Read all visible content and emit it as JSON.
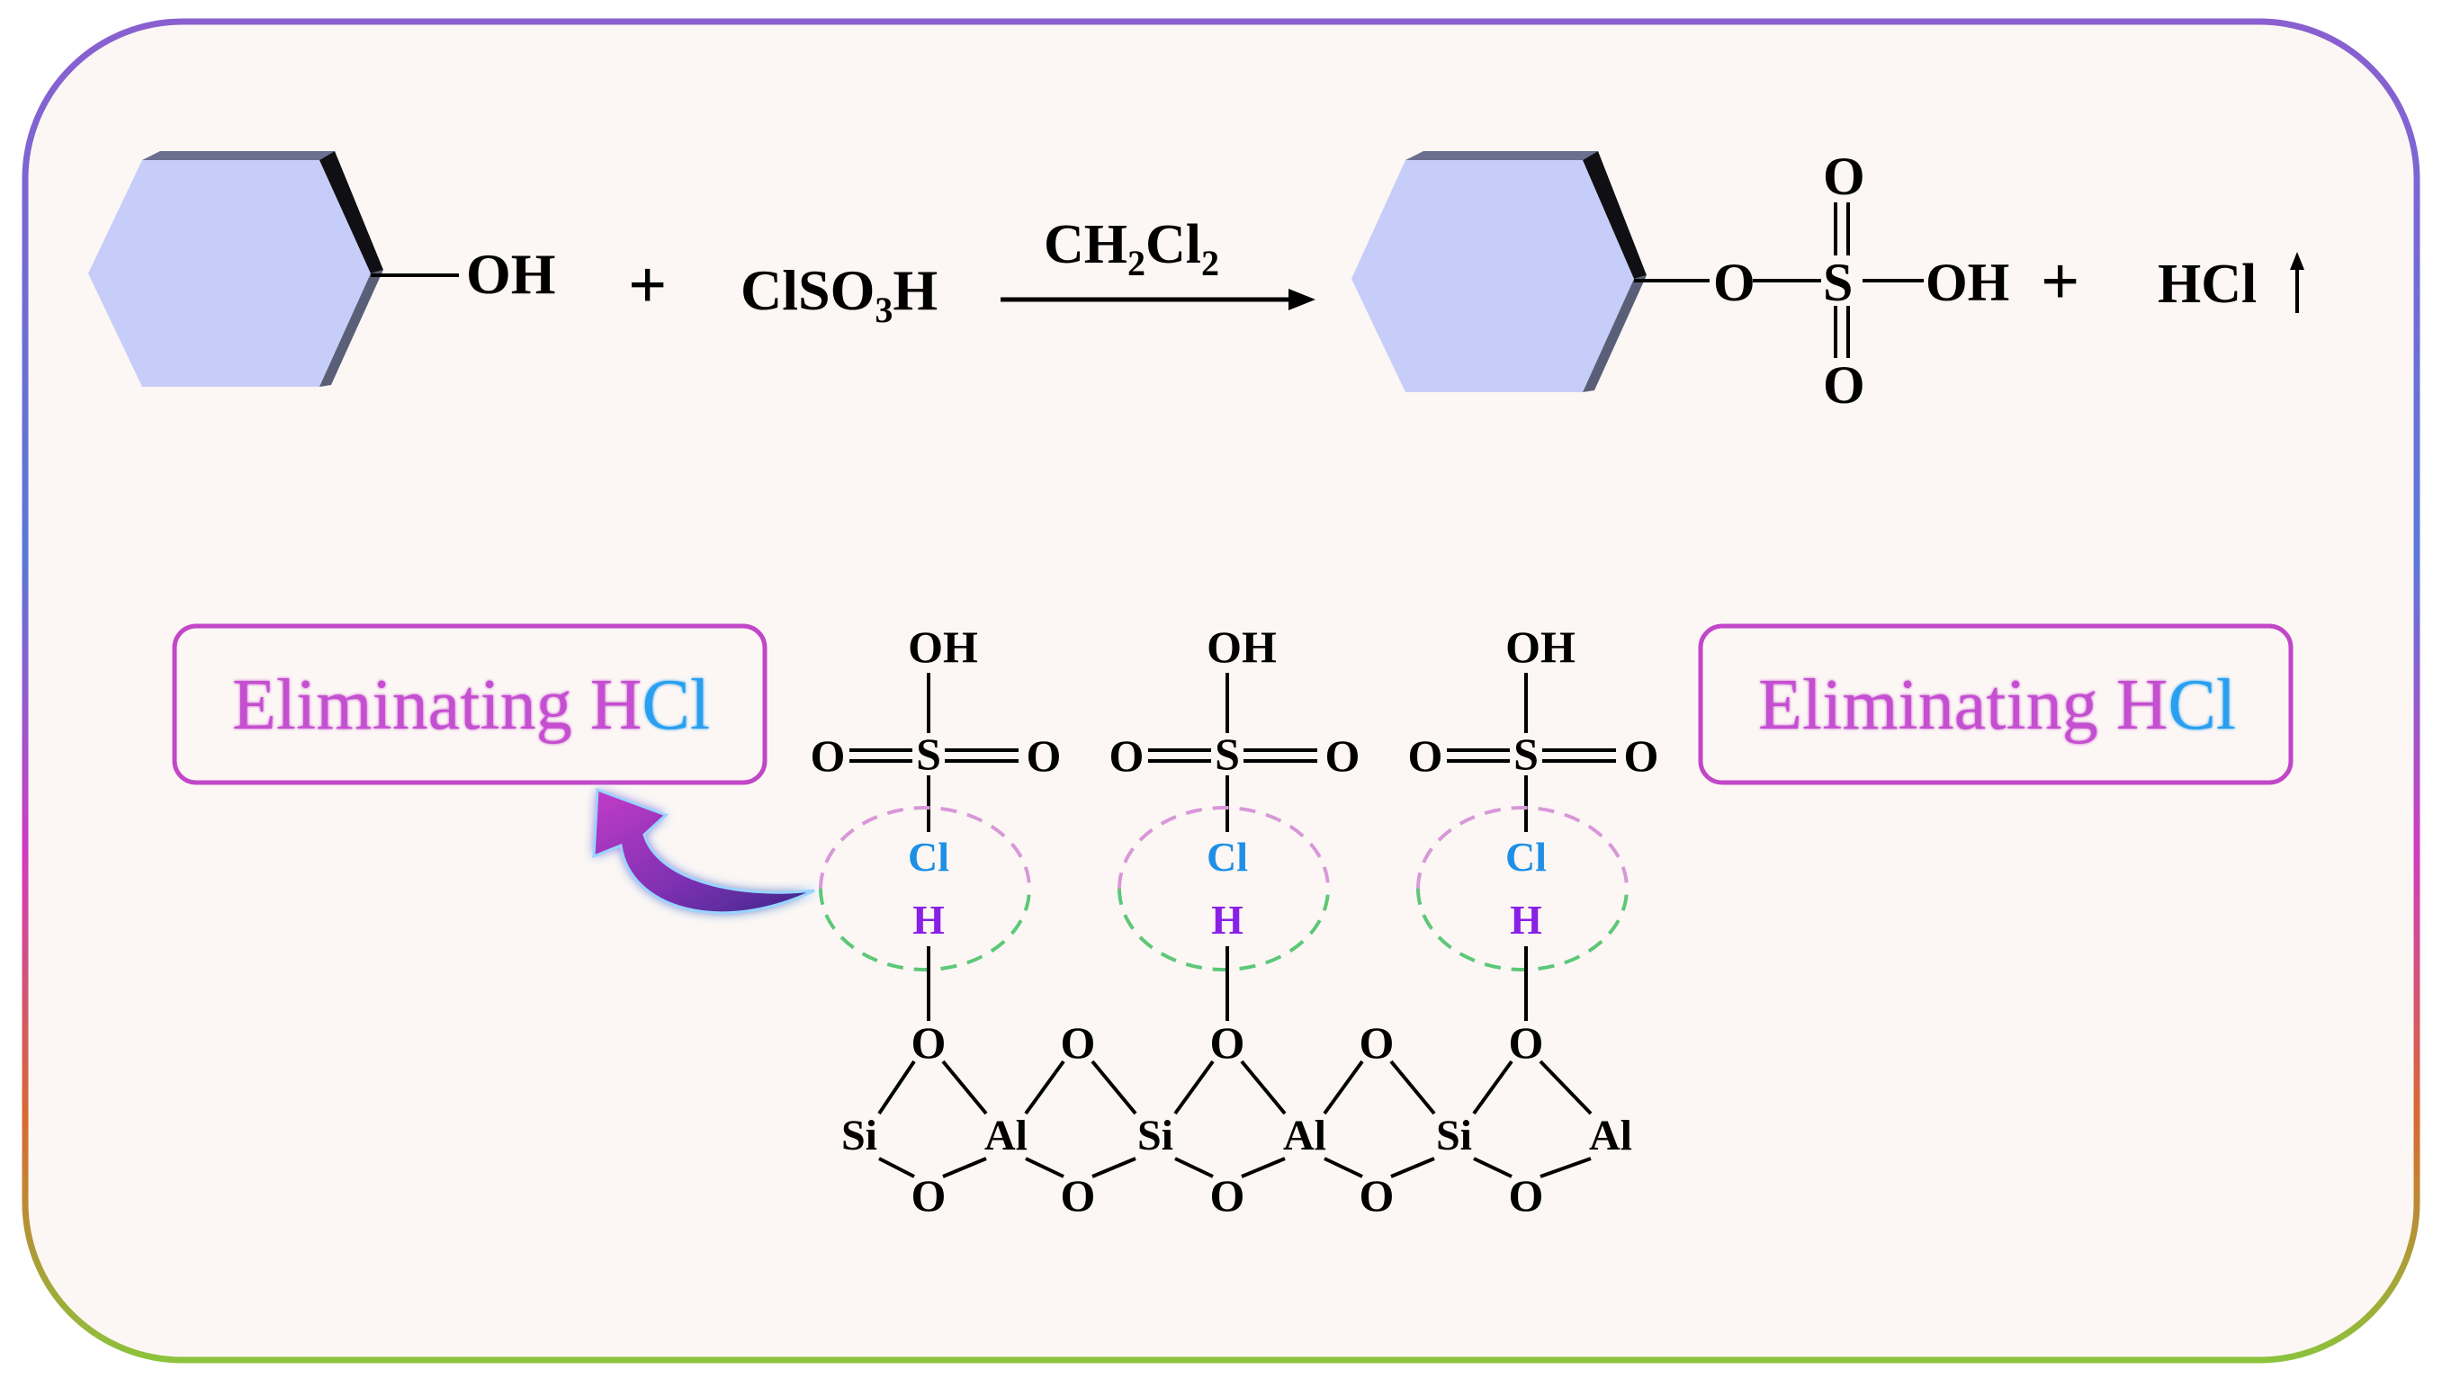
{
  "reaction": {
    "reactant_group": "OH",
    "plus": "+",
    "reagent_main": "ClSO",
    "reagent_sub": "3",
    "reagent_tail": "H",
    "solvent_a": "CH",
    "solvent_sub1": "2",
    "solvent_b": "Cl",
    "solvent_sub2": "2",
    "product_o_left": "O",
    "product_s": "S",
    "product_o_top": "O",
    "product_o_bottom": "O",
    "product_oh": "OH",
    "plus2": "+",
    "byproduct": "HCl"
  },
  "labels": {
    "eliminating_main": "Eliminating H",
    "eliminating_cl": "Cl"
  },
  "surface": {
    "oh": "OH",
    "o": "O",
    "s": "S",
    "cl": "Cl",
    "h": "H",
    "si": "Si",
    "al": "Al"
  },
  "colors": {
    "hexagon_face": "#c6cdf8",
    "label_box_border": "#c246c8",
    "label_text_purple": "#c44fd0",
    "label_text_blue": "#2b9ff0",
    "cl_blue": "#1f8fe6",
    "h_purple": "#8a1fe6"
  }
}
